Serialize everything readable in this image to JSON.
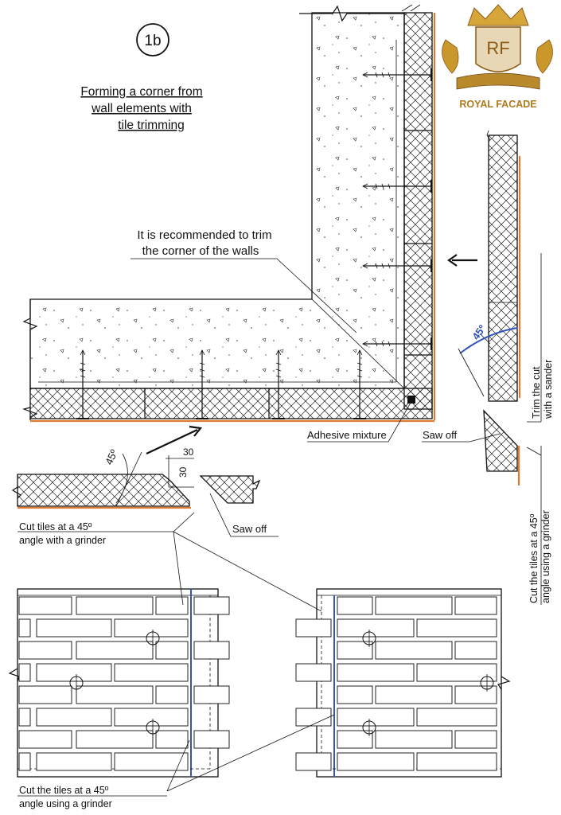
{
  "badge": "1b",
  "title_lines": [
    "Forming a corner from",
    "wall elements with",
    "tile trimming"
  ],
  "note_lines": [
    "It is recommended to trim",
    "the corner of the walls"
  ],
  "labels": {
    "adhesive": "Adhesive mixture",
    "saw_off_right": "Saw off",
    "saw_off_left": "Saw off",
    "cut_45_grinder": [
      "Cut tiles at a 45º",
      "angle with a grinder"
    ],
    "cut_tiles_bottom": [
      "Cut the tiles at a  45º",
      "angle using a grinder"
    ],
    "trim_sander": [
      "Trim the cut",
      "with a sander"
    ],
    "cut_tiles_right": [
      "Cut the tiles at a  45º",
      "angle using a grinder"
    ]
  },
  "dimensions": {
    "angle_left": "45º",
    "angle_right": "45º",
    "dim_w": "30",
    "dim_h": "30"
  },
  "logo": {
    "monogram": "RF",
    "text": "ROYAL FACADE",
    "color": "#c9972c",
    "dark": "#8a5a12"
  },
  "colors": {
    "finish": "#e07a2e",
    "cut": "#3355bb",
    "line": "#111111"
  }
}
